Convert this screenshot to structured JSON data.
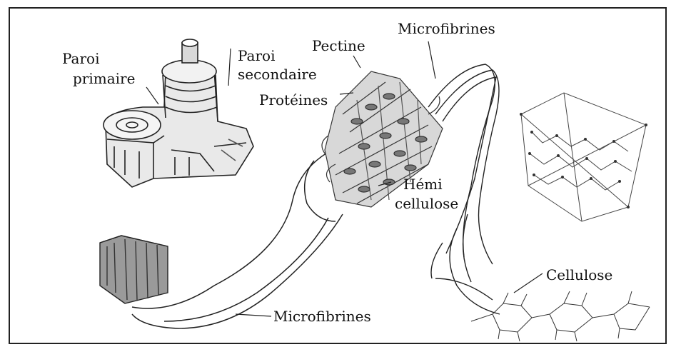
{
  "labels": {
    "paroi_primaire_1": "Paroi",
    "paroi_primaire_2": "primaire",
    "paroi_secondaire_1": "Paroi",
    "paroi_secondaire_2": "secondaire",
    "pectine": "Pectine",
    "microfibrines_top": "Microfibrines",
    "proteines": "Protéines",
    "hemi_1": "Hémi",
    "hemi_2": "cellulose",
    "cellulose": "Cellulose",
    "microfibrines_bottom": "Microfibrines"
  },
  "colors": {
    "ink": "#222222",
    "shade": "#555555",
    "light": "#bfbfbf",
    "paper": "#ffffff"
  }
}
